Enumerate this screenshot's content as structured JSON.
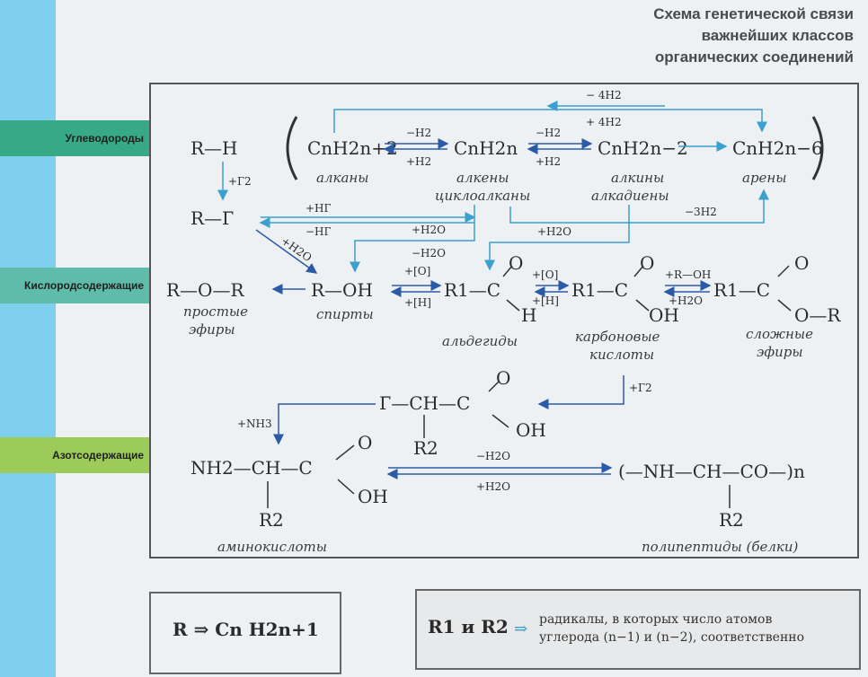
{
  "title": [
    "Схема генетической связи",
    "важнейших классов",
    "органических соединений"
  ],
  "tags": {
    "hydrocarbons": "Углеводороды",
    "oxygen": "Кислородсодержащие",
    "nitrogen": "Азотсодержащие"
  },
  "formulas": {
    "rh": "R—H",
    "rg": "R—Г",
    "alkane": "CnH2n+2",
    "alkene": "CnH2n",
    "alkyne": "CnH2n−2",
    "arene": "CnH2n−6",
    "ether": "R—O—R",
    "alcohol": "R—OH",
    "aldehyde_r1c": "R1—C",
    "aldehyde_o": "O",
    "aldehyde_h": "H",
    "acid_r1c": "R1—C",
    "acid_o": "O",
    "acid_oh": "OH",
    "ester_r1c": "R1—C",
    "ester_o": "O",
    "ester_or": "O—R",
    "hal_acid": "Г—CH—C",
    "hal_acid_o": "O",
    "hal_acid_oh": "OH",
    "hal_acid_r2": "R2",
    "amino": "NH2—CH—C",
    "amino_o": "O",
    "amino_oh": "OH",
    "amino_r2": "R2",
    "peptide": "(—NH—CH—CO—)n",
    "peptide_r2": "R2"
  },
  "names": {
    "alkanes": "алканы",
    "alkenes": "алкены",
    "cycloalkanes": "циклоалканы",
    "alkynes": "алкины",
    "alkadienes": "алкадиены",
    "arenes": "арены",
    "ethers1": "простые",
    "ethers2": "эфиры",
    "alcohols": "спирты",
    "aldehydes": "альдегиды",
    "acids1": "карбоновые",
    "acids2": "кислоты",
    "esters1": "сложные",
    "esters2": "эфиры",
    "aminoacids": "аминокислоты",
    "polypeptides": "полипептиды (белки)"
  },
  "conditions": {
    "m4h2": "− 4H2",
    "p4h2": "+ 4H2",
    "mh2a": "−H2",
    "ph2a": "+H2",
    "mh2b": "−H2",
    "ph2b": "+H2",
    "pg": "+Г2",
    "phg": "+НГ",
    "mhg": "−НГ",
    "ph2o_a": "+H2O",
    "mh2o_a": "−H2O",
    "m3h2": "−3H2",
    "ph2o_b": "+H2O",
    "ph2o_c": "+H2O",
    "po1": "+[O]",
    "ph1": "+[H]",
    "po2": "+[O]",
    "ph2": "+[H]",
    "roh": "+R—OH",
    "ph2o_d": "+H2O",
    "pg2": "+Г2",
    "pnh3": "+NH3",
    "mh2o_e": "−H2O",
    "ph2o_e": "+H2O"
  },
  "legend": {
    "left": "R ⇒ Cn H2n+1",
    "right_lhs": "R1 и R2",
    "right_text1": "радикалы, в которых число атомов",
    "right_text2": "углерода (n−1) и (n−2), соответственно"
  }
}
